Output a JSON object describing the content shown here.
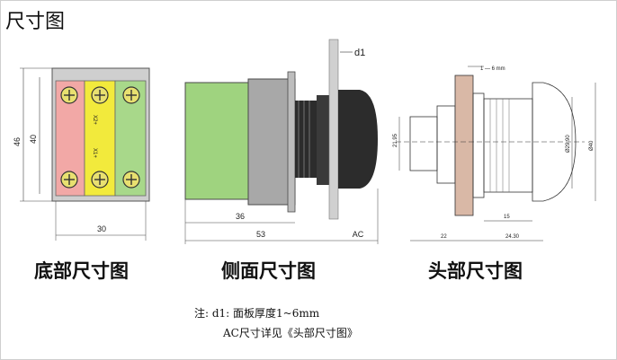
{
  "title": "尺寸图",
  "captions": {
    "bottom": "底部尺寸图",
    "side": "侧面尺寸图",
    "head": "头部尺寸图"
  },
  "notes": {
    "line1": "注: d1: 面板厚度1~6mm",
    "line2": "AC尺寸详见《头部尺寸图》"
  },
  "bottom_view": {
    "width_dim": "30",
    "height_outer_dim": "46",
    "height_inner_dim": "40",
    "label_left": "X2+",
    "label_right": "X1+"
  },
  "side_view": {
    "d1_label": "d1",
    "dim_36": "36",
    "dim_53": "53",
    "dim_ac": "AC"
  },
  "head_view": {
    "dim_1_6": "1 — 6 mm",
    "dim_2195": "21.95",
    "dim_2990": "Ø29.90",
    "dim_40": "Ø40",
    "dim_15": "15",
    "dim_22": "22",
    "dim_2430": "24.30"
  },
  "colors": {
    "pink": "#f2a8a6",
    "yellow": "#f2ea3c",
    "green": "#a8d88a",
    "body_green": "#9fd37f",
    "gray": "#a8a8a8",
    "dark": "#2c2c2c"
  }
}
